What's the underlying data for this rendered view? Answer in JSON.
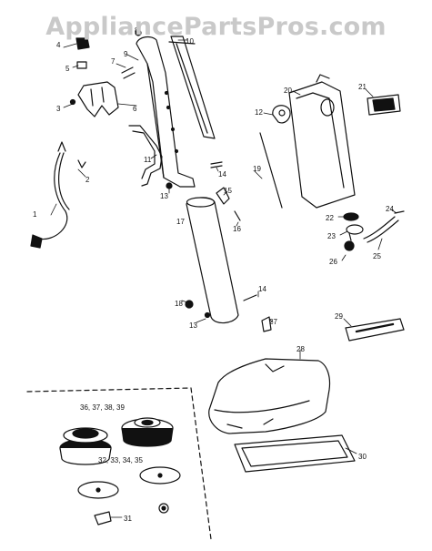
{
  "watermark": {
    "text": "AppliancePartsPros.com"
  },
  "callouts": {
    "n1": "1",
    "n2": "2",
    "n3": "3",
    "n4": "4",
    "n5": "5",
    "n6": "6",
    "n7": "7",
    "n8": "8",
    "n9": "9",
    "n10": "10",
    "n11": "11",
    "n12": "12",
    "n13a": "13",
    "n13b": "13",
    "n14a": "14",
    "n14b": "14",
    "n15": "15",
    "n16": "16",
    "n17": "17",
    "n18": "18",
    "n19": "19",
    "n20": "20",
    "n21": "21",
    "n22": "22",
    "n23": "23",
    "n24": "24",
    "n25": "25",
    "n26": "26",
    "n27": "27",
    "n28": "28",
    "n29": "29",
    "n30": "30",
    "n31": "31",
    "group_brushes": "36, 37, 38, 39",
    "group_pads": "32, 33, 34, 35"
  },
  "colors": {
    "ink": "#111111",
    "watermark": "#c9c9c9",
    "background": "#ffffff"
  }
}
